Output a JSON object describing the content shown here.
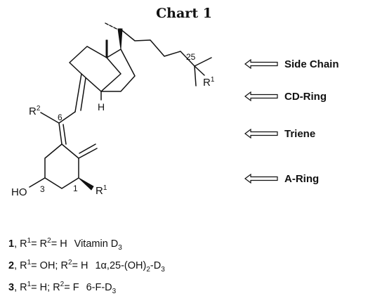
{
  "title": "Chart 1",
  "structure": {
    "atom_labels": {
      "c25": "25",
      "r1_side": "R",
      "r1_side_sup": "1",
      "h": "H",
      "r2": "R",
      "r2_sup": "2",
      "c6": "6",
      "ho": "HO",
      "c3": "3",
      "c1": "1",
      "r1_ring": "R",
      "r1_ring_sup": "1"
    }
  },
  "annotations": [
    {
      "label": "Side Chain"
    },
    {
      "label": "CD-Ring"
    },
    {
      "label": "Triene"
    },
    {
      "label": "A-Ring"
    }
  ],
  "compounds": [
    {
      "number": "1",
      "r1_lbl": ", R",
      "r1_sup": "1",
      "r1_val": "= R",
      "r2_sup": "2",
      "r2_val": "= H",
      "name": "Vitamin D",
      "name_sub": "3"
    },
    {
      "number": "2",
      "r1_lbl": ", R",
      "r1_sup": "1",
      "r1_val": "= OH; R",
      "r2_sup": "2",
      "r2_val": "= H",
      "name": "1α,25-(OH)",
      "name_sub": "2",
      "name_suffix": "-D",
      "name_suffix_sub": "3"
    },
    {
      "number": "3",
      "r1_lbl": ", R",
      "r1_sup": "1",
      "r1_val": "= H; R",
      "r2_sup": "2",
      "r2_val": "= F",
      "name": "6-F-D",
      "name_sub": "3"
    }
  ]
}
